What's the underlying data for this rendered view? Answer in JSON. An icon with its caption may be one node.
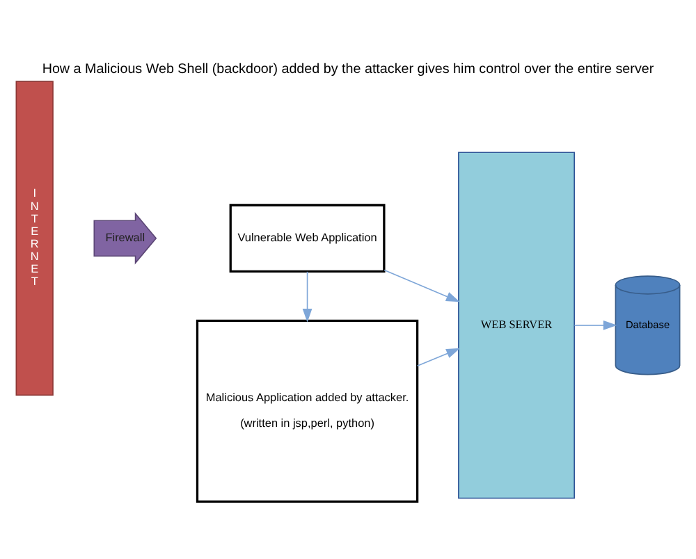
{
  "diagram": {
    "title": "How a Malicious Web Shell (backdoor) added by the attacker gives him control over the entire server",
    "nodes": [
      {
        "text": [
          "INTERNET"
        ]
      },
      {
        "text": [
          "Firewall"
        ]
      },
      {
        "text": [
          "Vulnerable Web Application"
        ]
      },
      {
        "text": [
          "Malicious Application added by attacker.",
          "(written in jsp,perl, python)"
        ]
      },
      {
        "text": [
          "WEB SERVER"
        ]
      },
      {
        "text": [
          "Database"
        ]
      }
    ],
    "edges": [
      {
        "from": 2,
        "to": 4,
        "arrow": "to"
      },
      {
        "from": 2,
        "to": 3,
        "arrow": "to"
      },
      {
        "from": 3,
        "to": 4,
        "arrow": "to"
      },
      {
        "from": 4,
        "to": 5,
        "arrow": "to"
      }
    ]
  }
}
